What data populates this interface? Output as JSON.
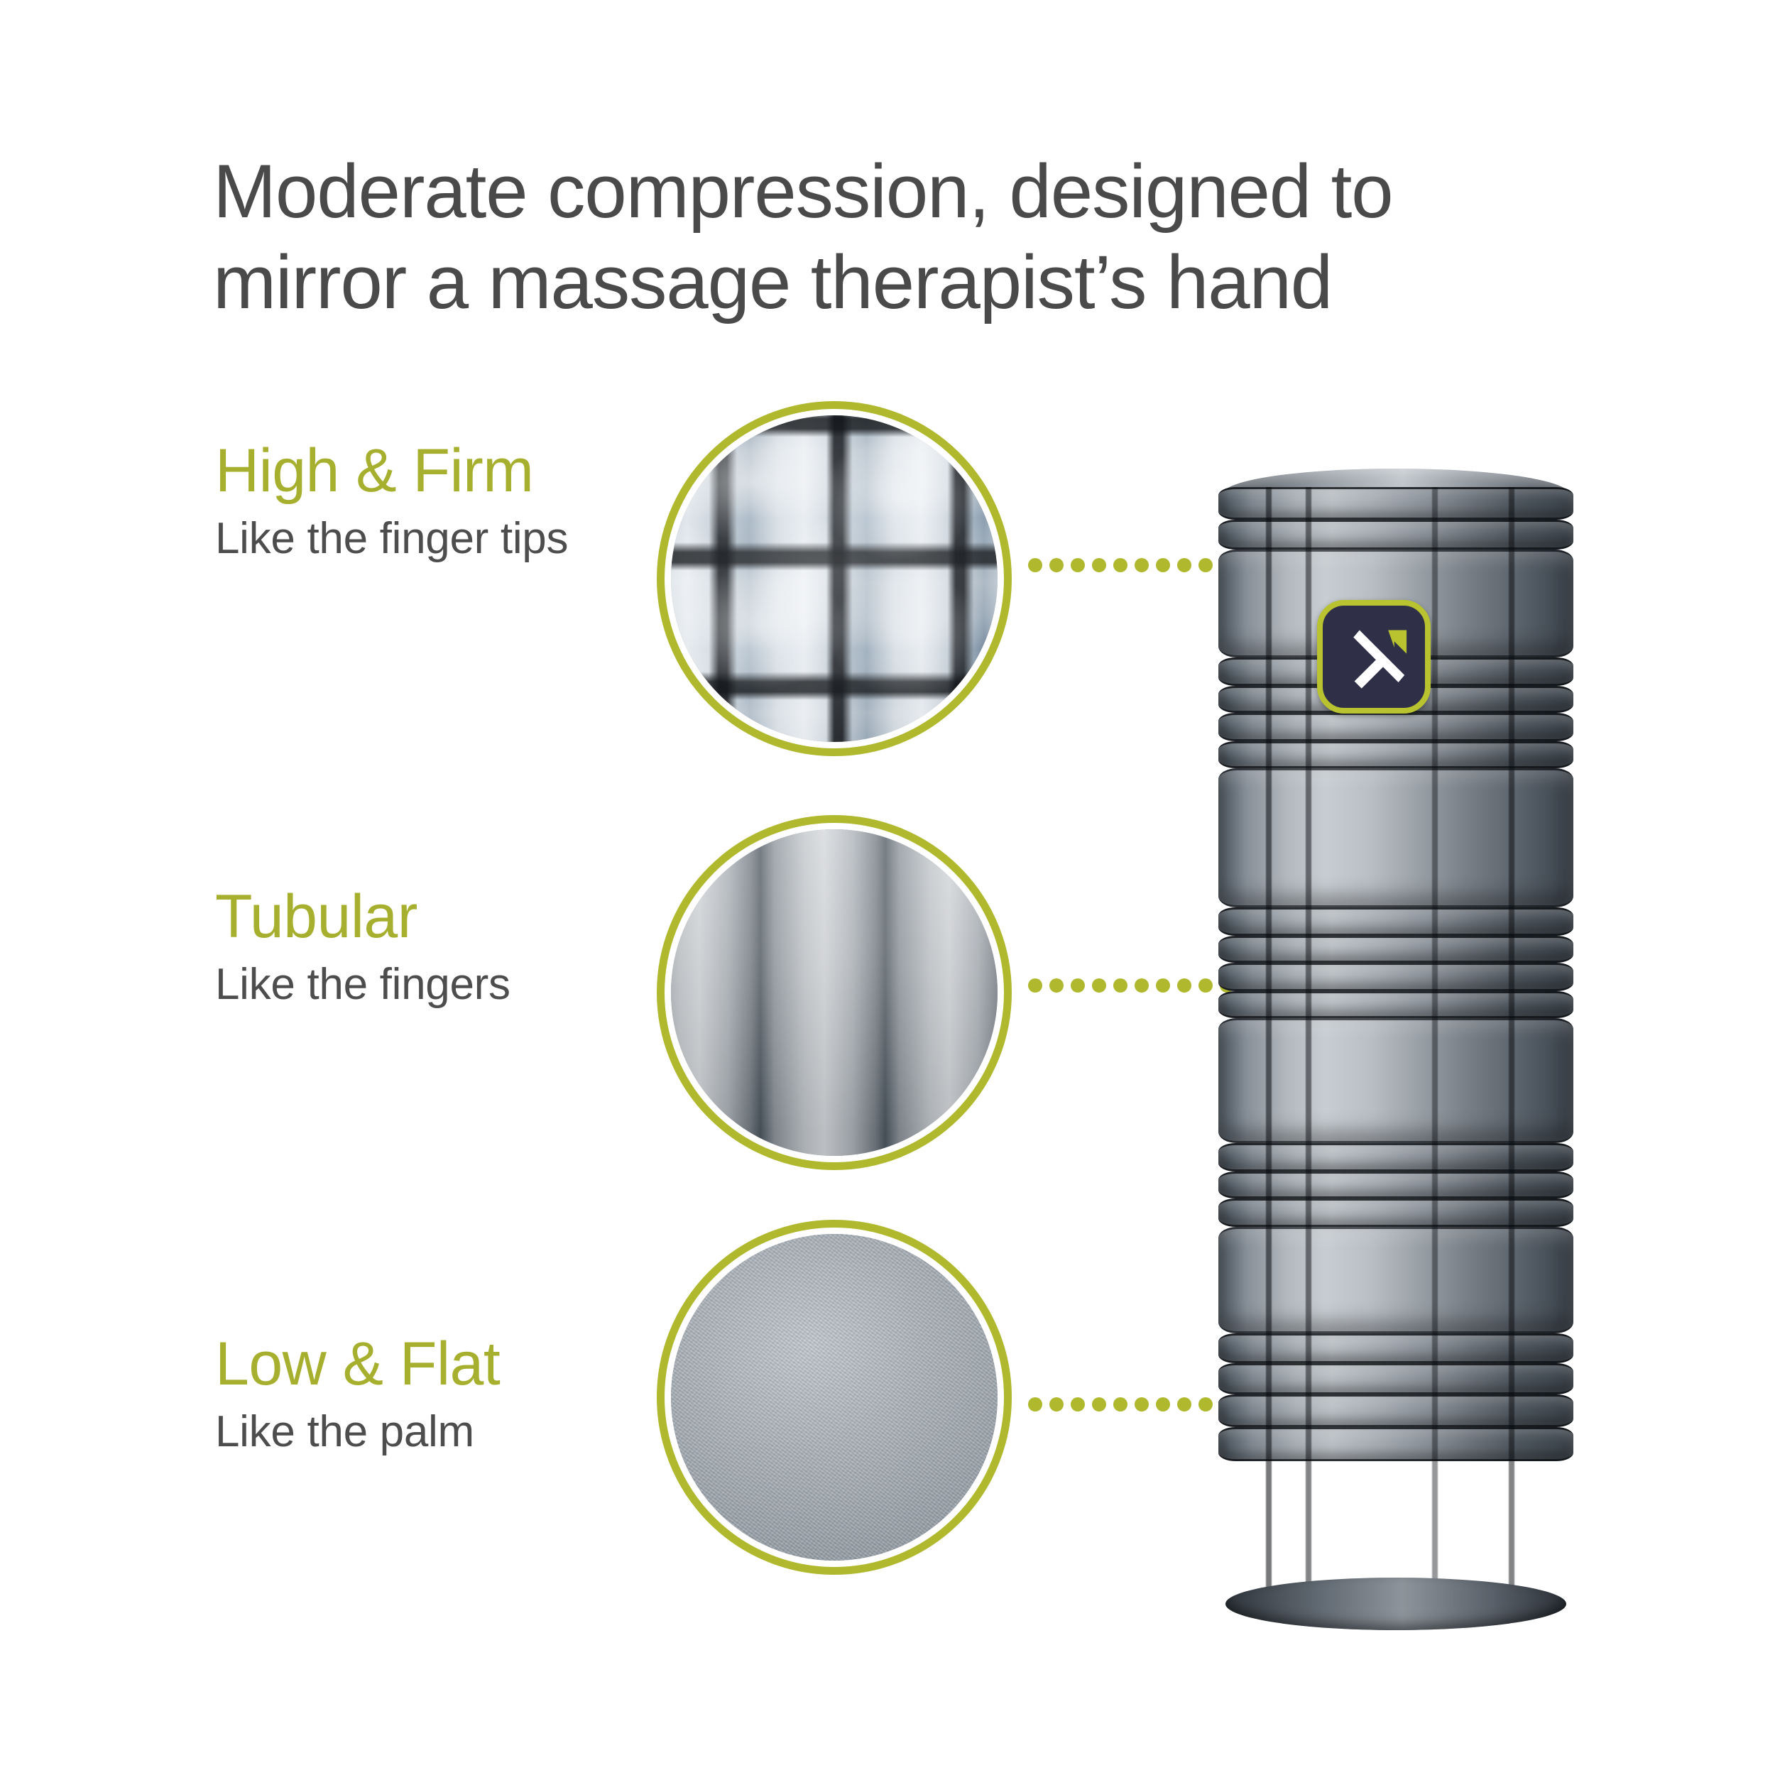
{
  "headline": "Moderate compression, designed to\nmirror a massage therapist’s hand",
  "colors": {
    "accent_green": "#a7b02e",
    "ring_green": "#b0b92e",
    "marker_green": "#d5de36",
    "heading_gray": "#4a4a4a",
    "subtext_gray": "#4d4d4d",
    "logo_navy": "#2f3048",
    "background": "#ffffff"
  },
  "features": [
    {
      "title": "High & Firm",
      "subtitle": "Like the finger tips",
      "texture_name": "quilted-blocks-texture",
      "marker_name": "marker-high-firm"
    },
    {
      "title": "Tubular",
      "subtitle": "Like the fingers",
      "texture_name": "vertical-tubes-texture",
      "marker_name": "marker-tubular"
    },
    {
      "title": "Low & Flat",
      "subtitle": "Like the palm",
      "texture_name": "flat-surface-texture",
      "marker_name": "marker-low-flat"
    }
  ],
  "product": {
    "name": "grid-foam-roller",
    "logo_name": "triggerpoint-logo",
    "connector_dot_count": 12
  }
}
